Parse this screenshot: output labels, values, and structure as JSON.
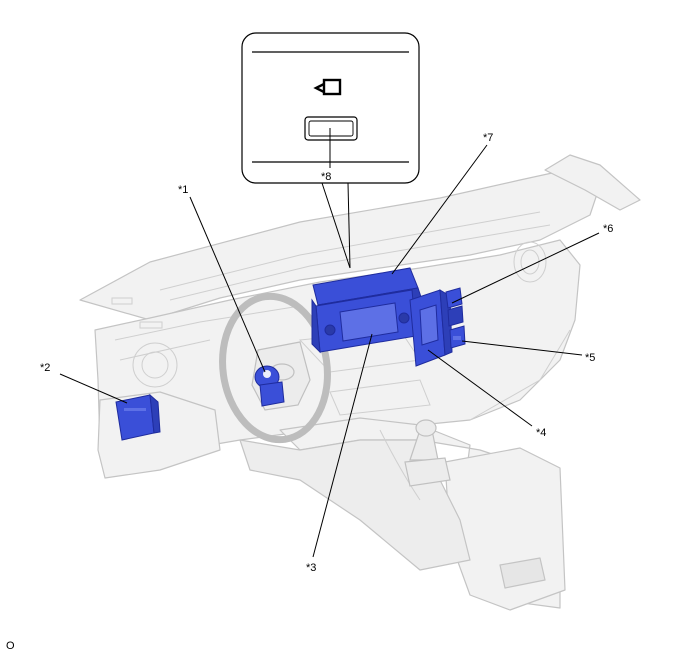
{
  "figure": {
    "footnote": "O"
  },
  "callouts": [
    {
      "id": "c1",
      "label": "*1"
    },
    {
      "id": "c2",
      "label": "*2"
    },
    {
      "id": "c3",
      "label": "*3"
    },
    {
      "id": "c4",
      "label": "*4"
    },
    {
      "id": "c5",
      "label": "*5"
    },
    {
      "id": "c6",
      "label": "*6"
    },
    {
      "id": "c7",
      "label": "*7"
    },
    {
      "id": "c8",
      "label": "*8"
    }
  ],
  "colors": {
    "component_highlight": "#3a4fd8",
    "component_edge": "#1f2c9e",
    "dashboard_fill": "#f2f2f2",
    "dashboard_line": "#c4c4c4",
    "leader_line": "#000000"
  },
  "icons": {
    "inset_symbol": "camera-bracket-icon"
  }
}
